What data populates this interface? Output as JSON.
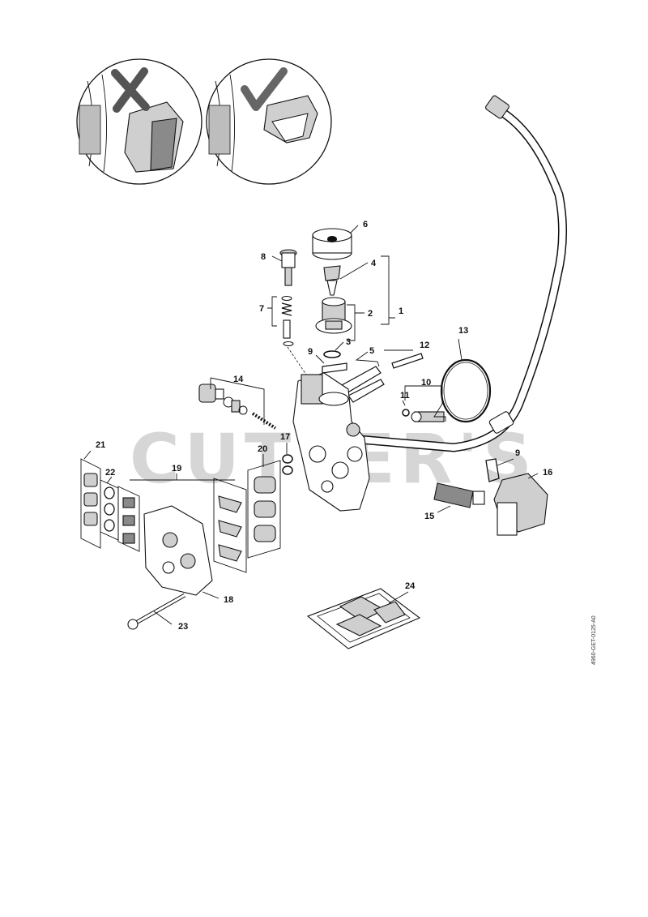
{
  "watermark": "CUTTER'S",
  "doc_id": "4960-GET-0125-A0",
  "callouts": [
    {
      "id": "c1",
      "text": "1"
    },
    {
      "id": "c2",
      "text": "2"
    },
    {
      "id": "c3",
      "text": "3"
    },
    {
      "id": "c4",
      "text": "4"
    },
    {
      "id": "c5",
      "text": "5"
    },
    {
      "id": "c6",
      "text": "6"
    },
    {
      "id": "c7",
      "text": "7"
    },
    {
      "id": "c8",
      "text": "8"
    },
    {
      "id": "c9a",
      "text": "9"
    },
    {
      "id": "c9b",
      "text": "9"
    },
    {
      "id": "c10",
      "text": "10"
    },
    {
      "id": "c11",
      "text": "11"
    },
    {
      "id": "c12",
      "text": "12"
    },
    {
      "id": "c13",
      "text": "13"
    },
    {
      "id": "c14",
      "text": "14"
    },
    {
      "id": "c15",
      "text": "15"
    },
    {
      "id": "c16",
      "text": "16"
    },
    {
      "id": "c17",
      "text": "17"
    },
    {
      "id": "c18",
      "text": "18"
    },
    {
      "id": "c19",
      "text": "19"
    },
    {
      "id": "c20",
      "text": "20"
    },
    {
      "id": "c21",
      "text": "21"
    },
    {
      "id": "c22",
      "text": "22"
    },
    {
      "id": "c23",
      "text": "23"
    },
    {
      "id": "c24",
      "text": "24"
    }
  ],
  "insets": [
    {
      "name": "incorrect-inset",
      "icon": "cross-icon"
    },
    {
      "name": "correct-inset",
      "icon": "checkmark-icon"
    }
  ]
}
